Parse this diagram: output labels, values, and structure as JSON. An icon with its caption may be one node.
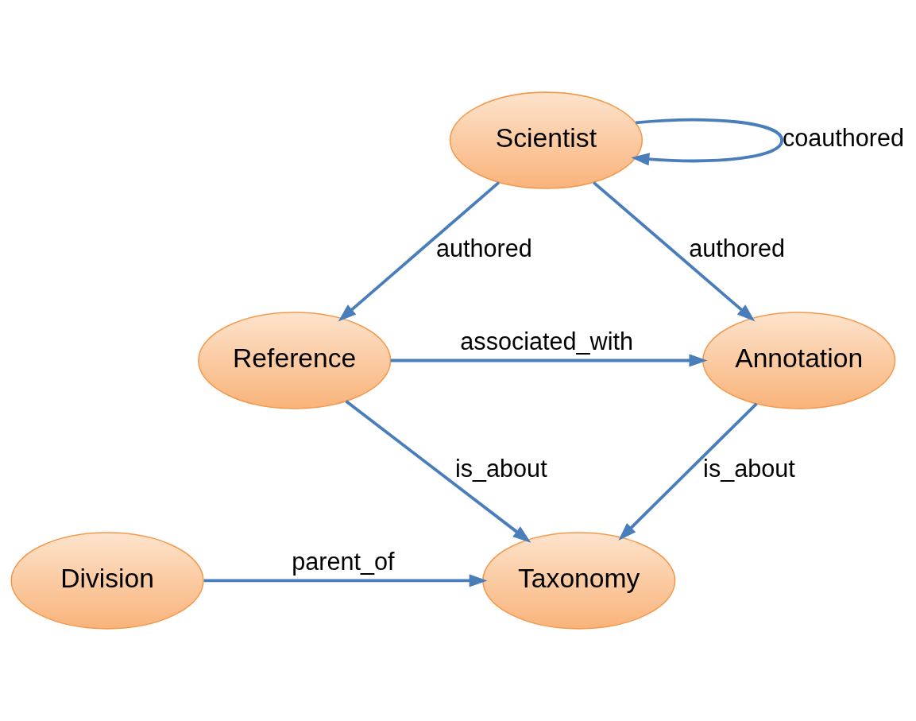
{
  "diagram": {
    "nodes": [
      {
        "text": [
          "Scientist"
        ]
      },
      {
        "text": [
          "Reference"
        ]
      },
      {
        "text": [
          "Annotation"
        ]
      },
      {
        "text": [
          "Taxonomy"
        ]
      },
      {
        "text": [
          "Division"
        ]
      }
    ],
    "edges": [
      {
        "from": 0,
        "to": 0,
        "arrow": "to",
        "label": "coauthored"
      },
      {
        "from": 0,
        "to": 2,
        "arrow": "to",
        "label": "authored"
      },
      {
        "from": 0,
        "to": 1,
        "arrow": "to",
        "label": "authored"
      },
      {
        "from": 1,
        "to": 2,
        "arrow": "to",
        "label": "associated_with"
      },
      {
        "from": 1,
        "to": 3,
        "arrow": "to",
        "label": "is_about"
      },
      {
        "from": 2,
        "to": 3,
        "arrow": "to",
        "label": "is_about"
      },
      {
        "from": 4,
        "to": 3,
        "arrow": "to",
        "label": "parent_of"
      }
    ]
  }
}
